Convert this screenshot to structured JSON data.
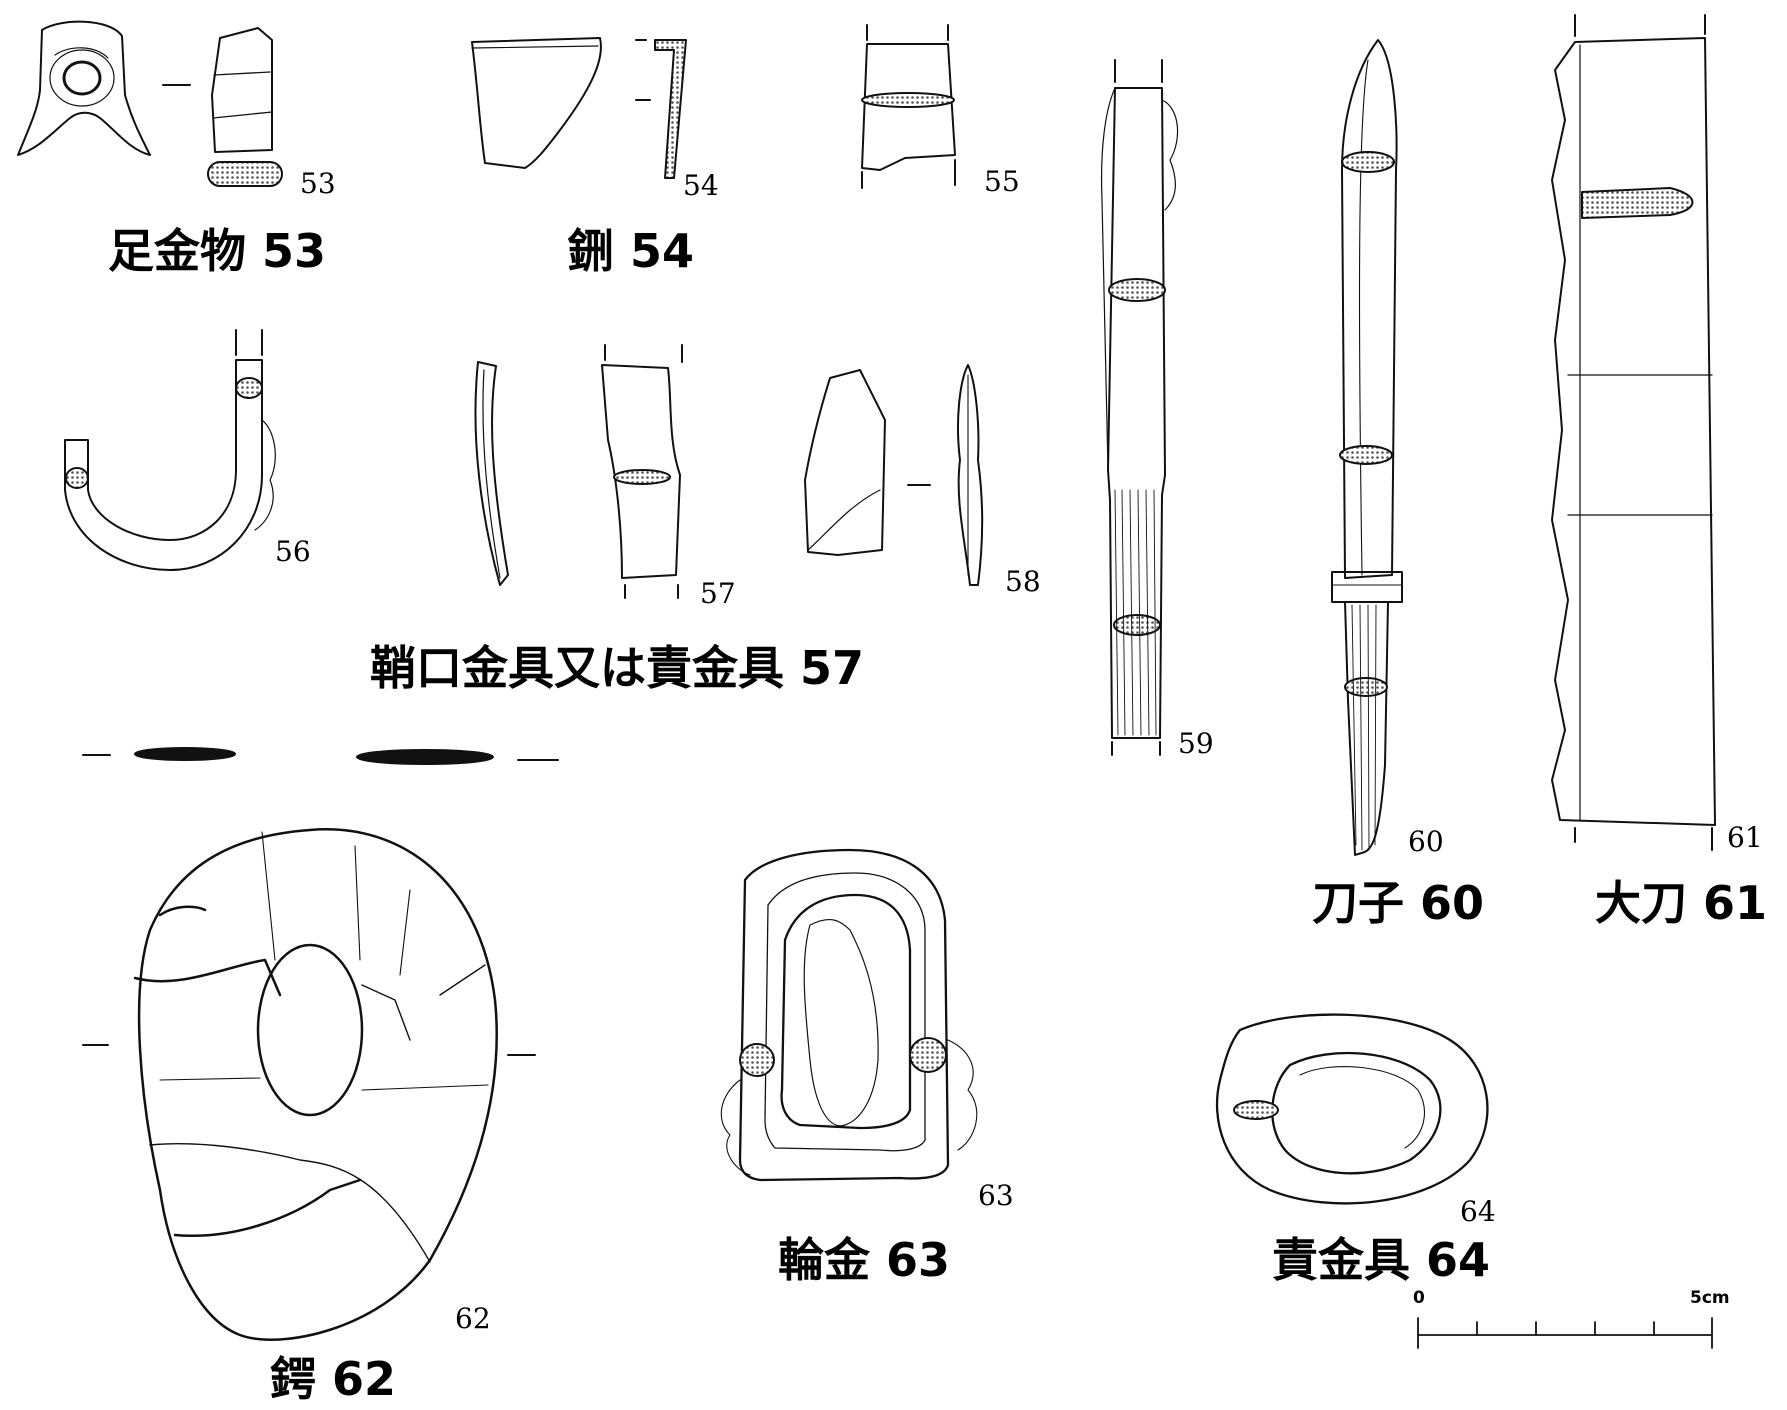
{
  "captions": {
    "c53": "足金物 53",
    "c54": "鉶 54",
    "c57": "鞘口金具又は責金具 57",
    "c60": "刀子 60",
    "c61": "大刀 61",
    "c62": "鍔 62",
    "c63": "輪金 63",
    "c64": "責金具 64"
  },
  "numbers": [
    "53",
    "54",
    "55",
    "56",
    "57",
    "58",
    "59",
    "60",
    "61",
    "62",
    "63",
    "64"
  ],
  "scale": {
    "start": "0",
    "end": "5cm"
  },
  "colors": {
    "line": "#111111",
    "section_fill": "#9a9a9a",
    "text": "#000000"
  }
}
